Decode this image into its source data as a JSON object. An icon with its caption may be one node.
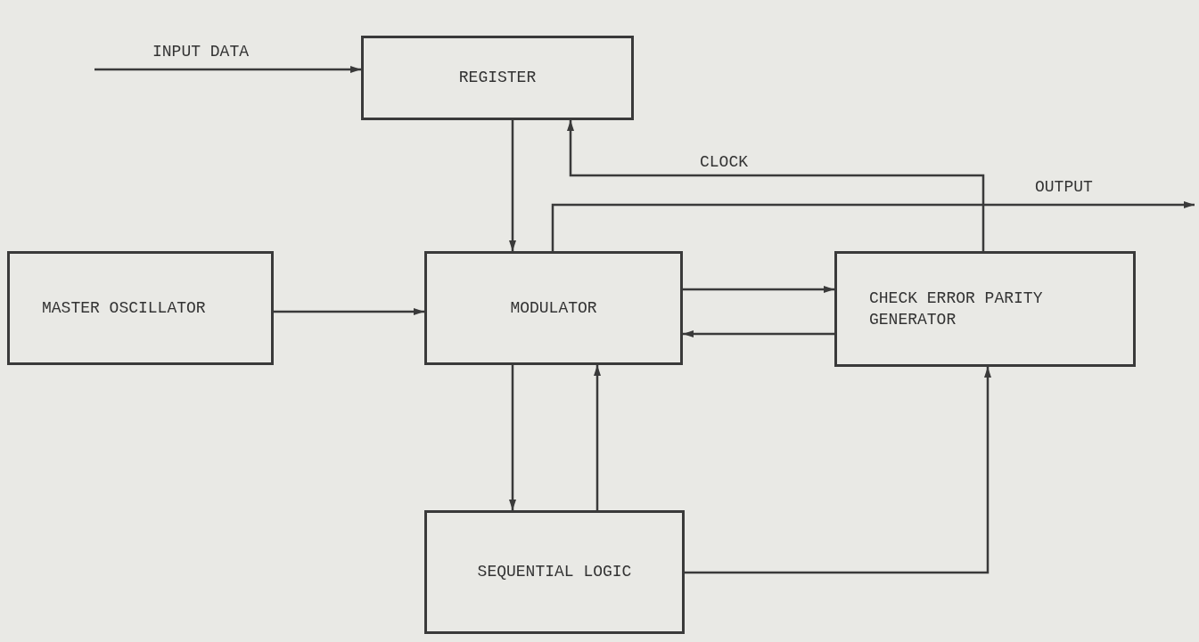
{
  "diagram": {
    "nodes": [
      {
        "text": [
          "REGISTER"
        ]
      },
      {
        "text": [
          "MASTER OSCILLATOR"
        ]
      },
      {
        "text": [
          "MODULATOR"
        ]
      },
      {
        "text": [
          "CHECK ERROR PARITY GENERATOR"
        ]
      },
      {
        "text": [
          "SEQUENTIAL LOGIC"
        ]
      }
    ],
    "edges": [
      {
        "from": null,
        "to": 0,
        "arrow": "to",
        "label": "INPUT DATA"
      },
      {
        "from": 0,
        "to": 2,
        "arrow": "to"
      },
      {
        "from": 3,
        "to": 0,
        "arrow": "to",
        "label": "CLOCK"
      },
      {
        "from": 2,
        "to": null,
        "arrow": "to",
        "label": "OUTPUT"
      },
      {
        "from": 1,
        "to": 2,
        "arrow": "to"
      },
      {
        "from": 2,
        "to": 3,
        "arrow": "to"
      },
      {
        "from": 3,
        "to": 2,
        "arrow": "to"
      },
      {
        "from": 2,
        "to": 4,
        "arrow": "to"
      },
      {
        "from": 4,
        "to": 2,
        "arrow": "to"
      },
      {
        "from": 4,
        "to": 3,
        "arrow": "to"
      }
    ]
  }
}
